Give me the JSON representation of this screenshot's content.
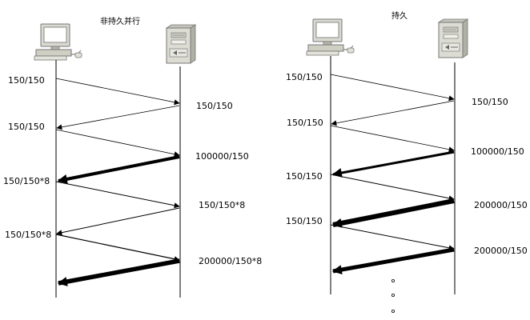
{
  "left_panel": {
    "title": "非持久并行",
    "client_labels": [
      "150/150",
      "150/150",
      "150/150*8",
      "150/150*8"
    ],
    "server_labels": [
      "150/150",
      "100000/150",
      "150/150*8",
      "200000/150*8"
    ]
  },
  "right_panel": {
    "title": "持久",
    "client_labels": [
      "150/150",
      "150/150",
      "150/150",
      "150/150"
    ],
    "server_labels": [
      "150/150",
      "100000/150",
      "200000/150",
      "200000/150"
    ],
    "continuation": "⋮"
  },
  "icons": [
    "computer-icon",
    "server-icon"
  ]
}
